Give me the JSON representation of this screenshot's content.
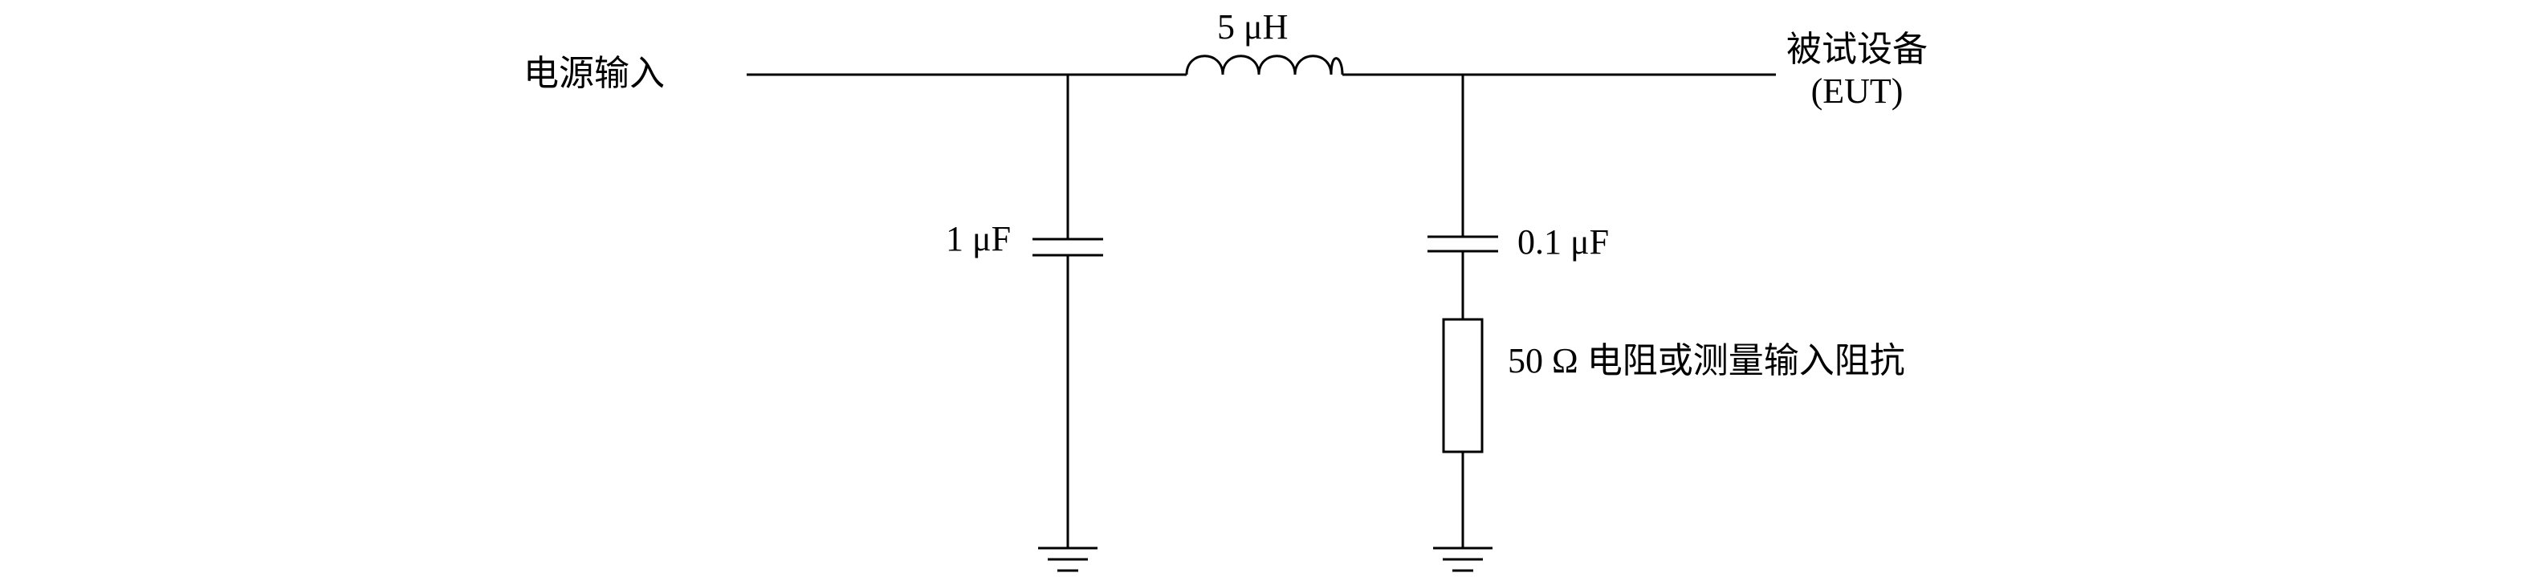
{
  "diagram": {
    "power_input_label": "电源输入",
    "inductor_label": "5 μH",
    "eut_label_line1": "被试设备",
    "eut_label_line2": "(EUT)",
    "c1_label": "1 μF",
    "c2_label": "0.1 μF",
    "resistor_label": "50 Ω 电阻或测量输入阻抗"
  }
}
